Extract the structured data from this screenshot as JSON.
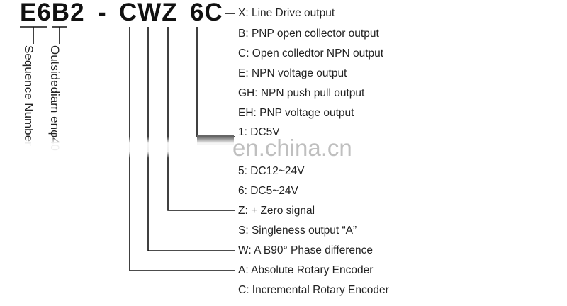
{
  "model": {
    "part1": "E6B2",
    "dash": "-",
    "part2": "CWZ",
    "part3": "6C"
  },
  "vertical_labels": {
    "sequence": "Sequence Number",
    "outside_diameter": "Outsidediam enφ40"
  },
  "output_options": [
    "X: Line Drive output",
    "B: PNP open collector output",
    "C: Open colledtor NPN output",
    "E: NPN voltage output",
    "GH: NPN push pull output",
    "EH: PNP voltage output"
  ],
  "voltage_options": [
    "1: DC5V",
    "5: DC12~24V",
    "6: DC5~24V"
  ],
  "z_options": [
    "Z: + Zero signal",
    "S: Singleness output “A”"
  ],
  "w_option": "W: A  B90° Phase difference",
  "c_options": [
    "A: Absolute Rotary Encoder",
    "C: Incremental Rotary Encoder"
  ],
  "watermark": "en.china.cn"
}
